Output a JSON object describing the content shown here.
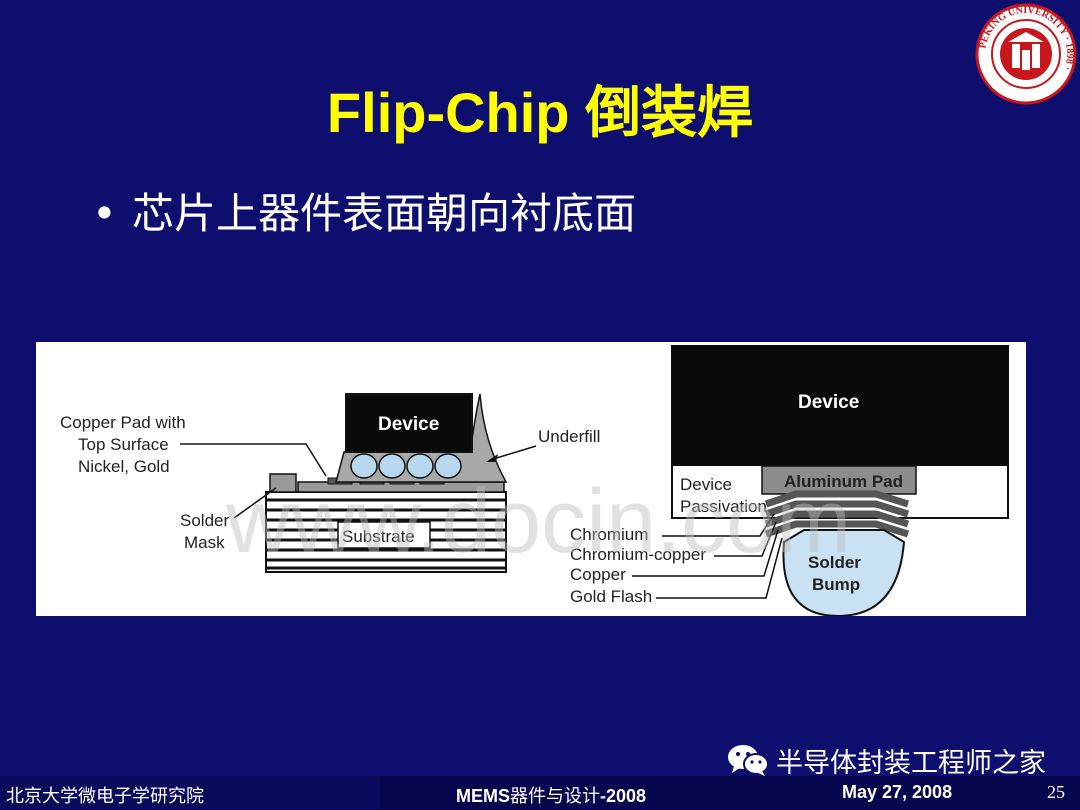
{
  "slide": {
    "title": "Flip-Chip 倒装焊",
    "bullet": "芯片上器件表面朝向衬底面",
    "bullet_marker": "•"
  },
  "seal": {
    "icon": "peking-university-seal-icon",
    "color": "#c8161d",
    "ring_text": "PEKING UNIVERSITY · 1898 ·"
  },
  "diagram": {
    "left": {
      "device": "Device",
      "copper_pad_line1": "Copper Pad with",
      "copper_pad_line2": "Top Surface",
      "copper_pad_line3": "Nickel, Gold",
      "underfill": "Underfill",
      "solder_mask_line1": "Solder",
      "solder_mask_line2": "Mask",
      "substrate": "Substrate"
    },
    "right": {
      "device": "Device",
      "device_passivation_line1": "Device",
      "device_passivation_line2": "Passivation",
      "aluminum_pad": "Aluminum  Pad",
      "chromium": "Chromium",
      "chromium_copper": "Chromium-copper",
      "copper": "Copper",
      "gold_flash": "Gold Flash",
      "solder_bump_line1": "Solder",
      "solder_bump_line2": "Bump"
    },
    "watermark": "www.docin.com"
  },
  "wechat": {
    "icon": "wechat-icon",
    "text": "半导体封装工程师之家"
  },
  "footer": {
    "institution": "北京大学微电子学研究院",
    "course_prefix": "MEMS",
    "course_cjk": "器件与设计",
    "course_suffix": "-2008",
    "date": "May 27, 2008",
    "page_number": "25"
  }
}
